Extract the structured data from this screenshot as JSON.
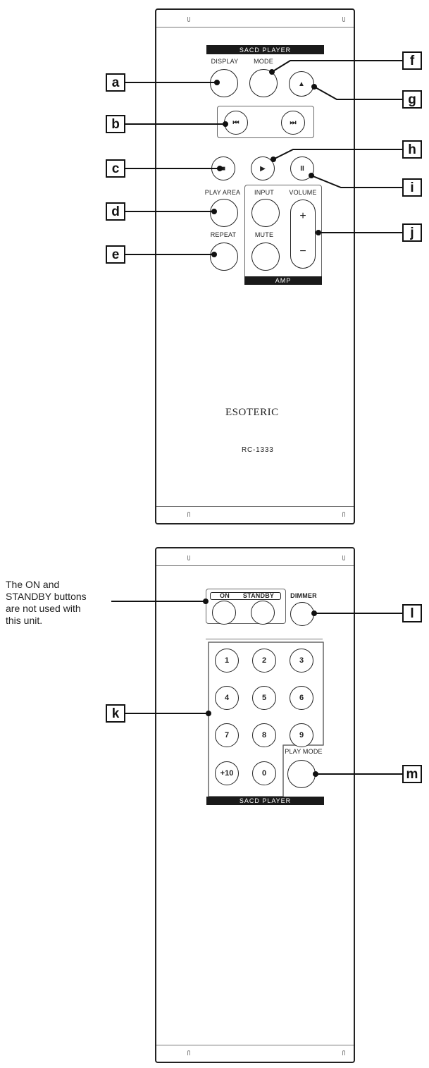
{
  "remote_top": {
    "header_bar": "SACD PLAYER",
    "labels": {
      "display": "DISPLAY",
      "mode": "MODE",
      "play_area": "PLAY AREA",
      "input": "INPUT",
      "volume": "VOLUME",
      "repeat": "REPEAT",
      "mute": "MUTE"
    },
    "icons": {
      "eject": "▲",
      "skip_back": "⏮",
      "skip_forward": "⏭",
      "stop": "■",
      "play": "▶",
      "pause": "II",
      "vol_plus": "+",
      "vol_minus": "−"
    },
    "amp_bar": "AMP",
    "brand": "ESOTERIC",
    "model": "RC-1333"
  },
  "remote_bottom": {
    "on_label": "ON",
    "standby_label": "STANDBY",
    "dimmer_label": "DIMMER",
    "digits": [
      "1",
      "2",
      "3",
      "4",
      "5",
      "6",
      "7",
      "8",
      "9",
      "+10",
      "0"
    ],
    "play_mode_label": "PLAY MODE",
    "footer_bar": "SACD PLAYER"
  },
  "callouts": [
    "a",
    "b",
    "c",
    "d",
    "e",
    "f",
    "g",
    "h",
    "i",
    "j",
    "k",
    "l",
    "m"
  ],
  "note": {
    "line1": "The ON and",
    "line2": "STANDBY buttons",
    "line3": "are not used with",
    "line4": "this unit."
  }
}
